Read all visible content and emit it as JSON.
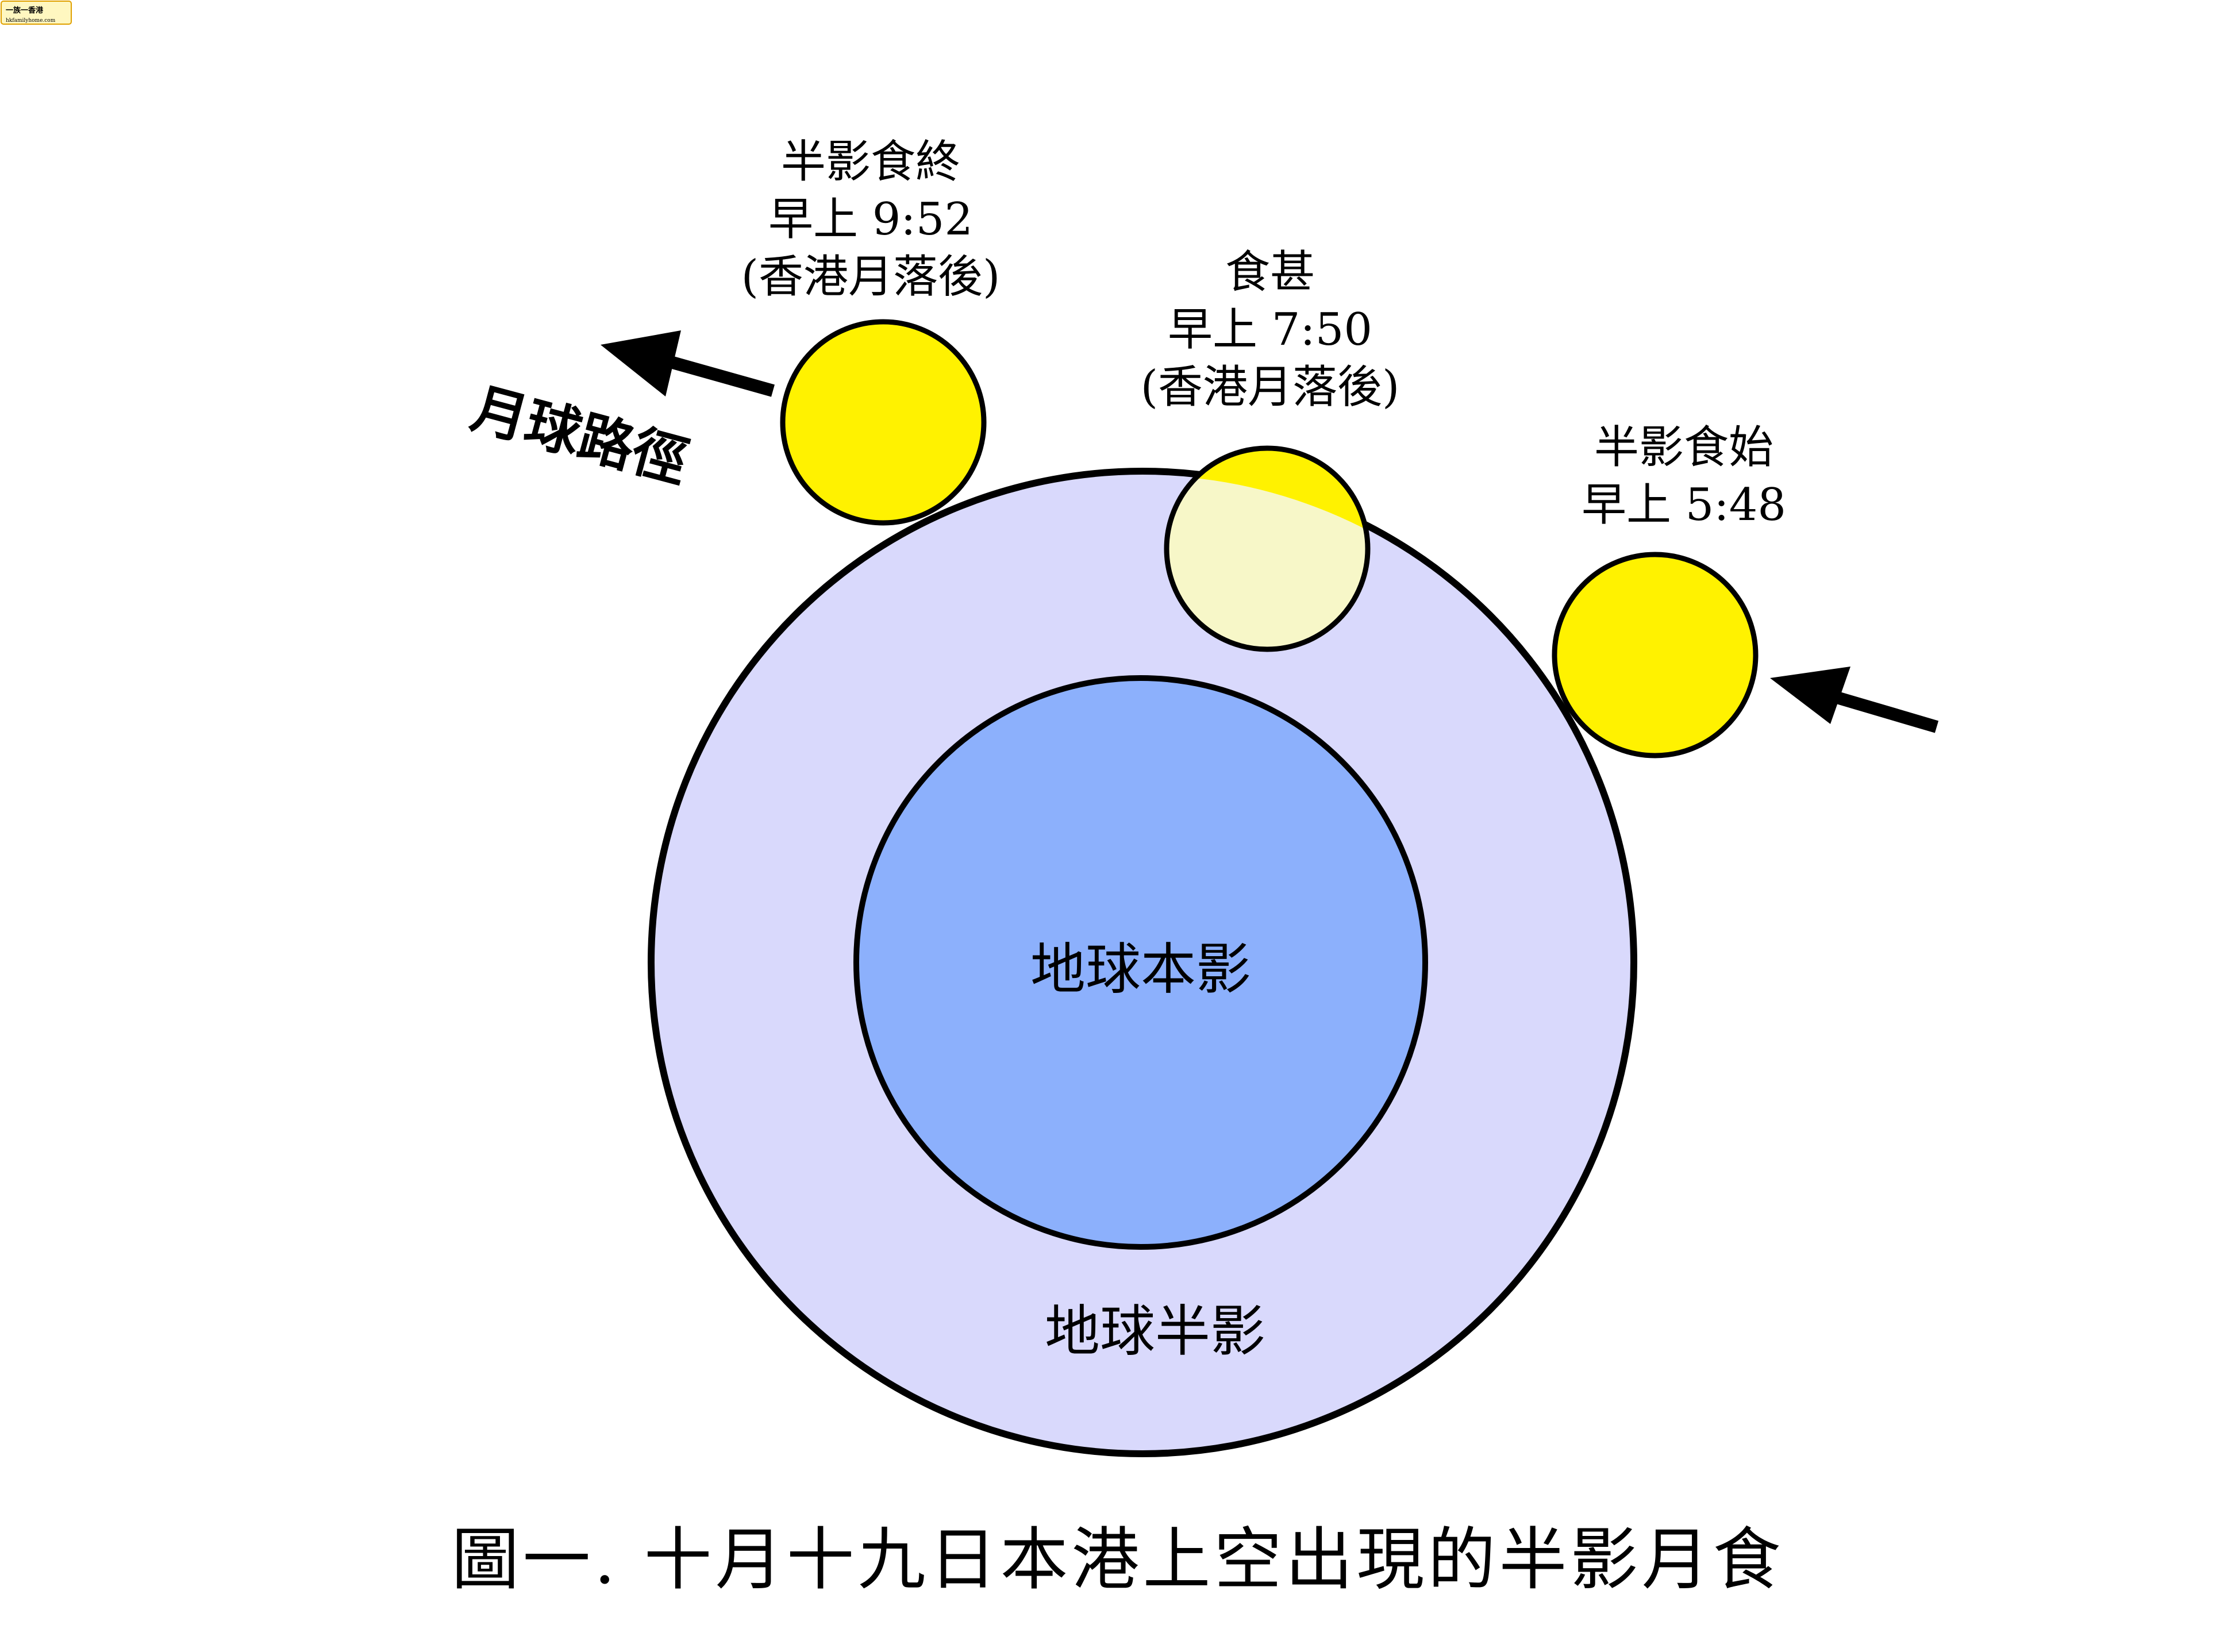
{
  "watermark": {
    "title": "一族一香港",
    "subtitle": "hkfamilyhome.com"
  },
  "colors": {
    "penumbra": "#D9D9FC",
    "umbra": "#8CB0FC",
    "moon": "#FFF200",
    "moon_shaded": "#F7F7C8",
    "outline": "#000000"
  },
  "labels": {
    "penumbra_end": {
      "line1": "半影食終",
      "line2": "早上 9:52",
      "line3": "(香港月落後)"
    },
    "greatest": {
      "line1": "食甚",
      "line2": "早上 7:50",
      "line3": "(香港月落後)"
    },
    "penumbra_start": {
      "line1": "半影食始",
      "line2": "早上 5:48"
    },
    "moon_path": "月球路徑",
    "umbra": "地球本影",
    "penumbra": "地球半影"
  },
  "caption": "圖一. 十月十九日本港上空出現的半影月食",
  "icons": {
    "path_arrow_left": "arrow-left-icon",
    "path_arrow_incoming": "arrow-incoming-icon"
  }
}
